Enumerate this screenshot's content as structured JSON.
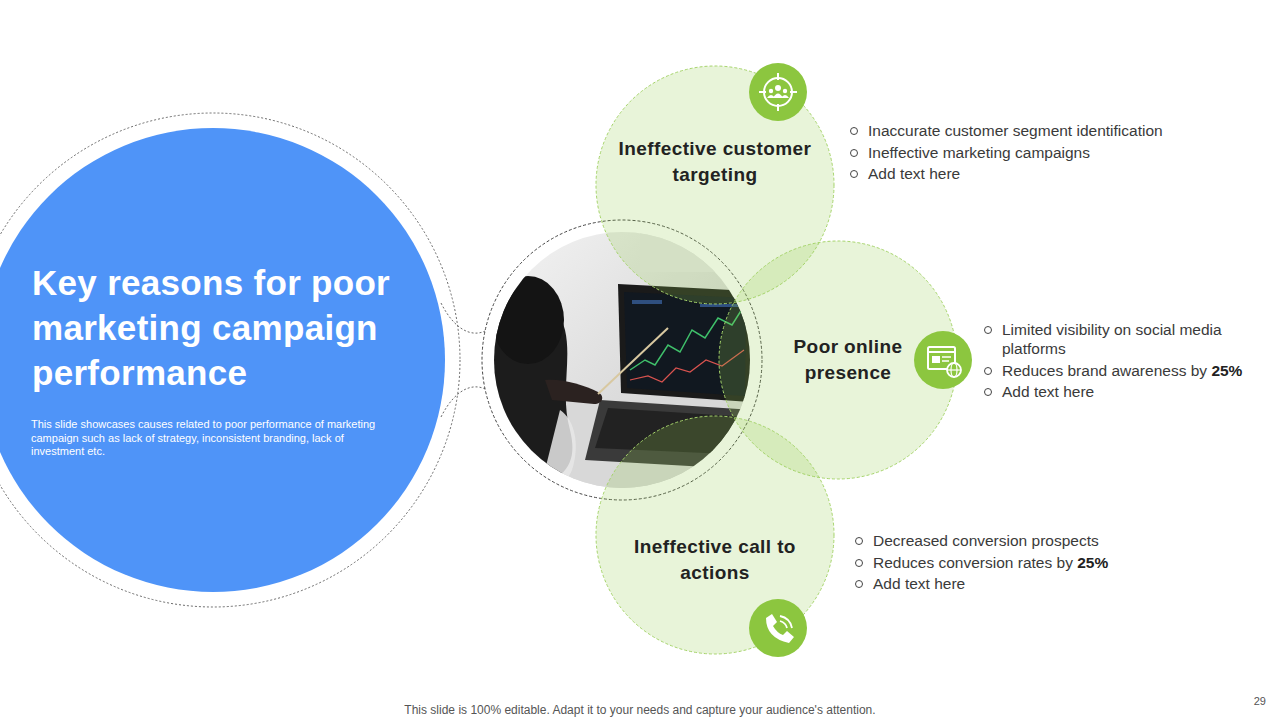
{
  "diagram": {
    "nodes": [
      {
        "text": [
          "Key reasons for poor marketing campaign performance",
          "This slide showcases causes related to poor performance of marketing campaign such as lack of strategy, inconsistent branding, lack of investment etc."
        ]
      },
      {
        "text": [
          "Ineffective customer targeting"
        ]
      },
      {
        "text": [
          "Poor online presence"
        ]
      },
      {
        "text": [
          "Ineffective call to actions"
        ]
      }
    ],
    "labels": [
      "Inaccurate customer segment identification",
      "Ineffective marketing campaigns",
      "Add text here",
      "Limited visibility on social media platforms",
      "Reduces brand awareness by 25%",
      "Add text here",
      "Decreased conversion prospects",
      "Reduces conversion rates by 25%",
      "Add text here",
      "This slide is 100% editable. Adapt it to your needs and capture your audience's attention.",
      "29"
    ]
  }
}
